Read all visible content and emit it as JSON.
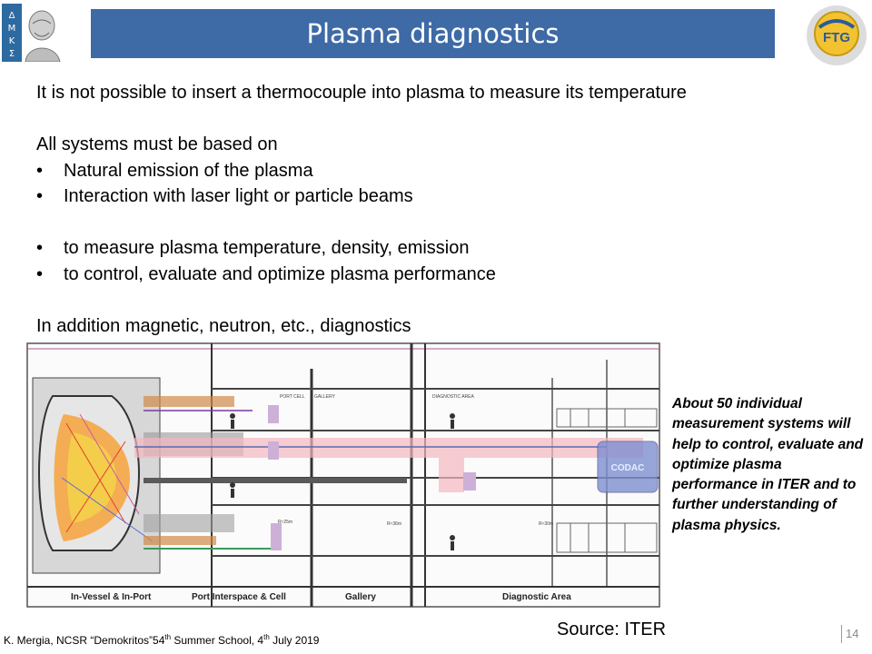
{
  "slide": {
    "title": "Plasma diagnostics",
    "body": {
      "line1": "It is not possible to insert a thermocouple into plasma to measure its temperature",
      "line2": "All systems must be based on",
      "bullets1": [
        "Natural emission of the plasma",
        "Interaction with laser light or particle beams"
      ],
      "bullets2": [
        "to measure plasma temperature, density, emission",
        "to control, evaluate and optimize plasma performance"
      ],
      "line3": "In addition magnetic, neutron, etc., diagnostics",
      "bullet_char": "•"
    },
    "figure": {
      "labels": [
        "In-Vessel & In-Port",
        "Port Interspace & Cell",
        "Gallery",
        "Diagnostic Area",
        "CODAC"
      ],
      "small_labels": [
        "PORT CELL",
        "GALLERY",
        "DIAGNOSTIC AREA",
        "R≈25m",
        "R≈36m",
        "R≈30m"
      ]
    },
    "caption": "About 50 individual measurement systems will help to control, evaluate and optimize plasma performance in ITER and to further understanding of plasma physics.",
    "source": "Source: ITER",
    "footer": {
      "part1": "K. Mergia, NCSR “Demokritos”54",
      "sup1": "th",
      "part2": " Summer School, 4",
      "sup2": "th",
      "part3": " July 2019"
    },
    "page_number": "14",
    "logos": {
      "left": "demokritos-logo",
      "right": "FTG"
    },
    "colors": {
      "title_bar": "#3e6aa6",
      "title_text": "#ffffff",
      "codac": "#7f8fd0"
    }
  }
}
